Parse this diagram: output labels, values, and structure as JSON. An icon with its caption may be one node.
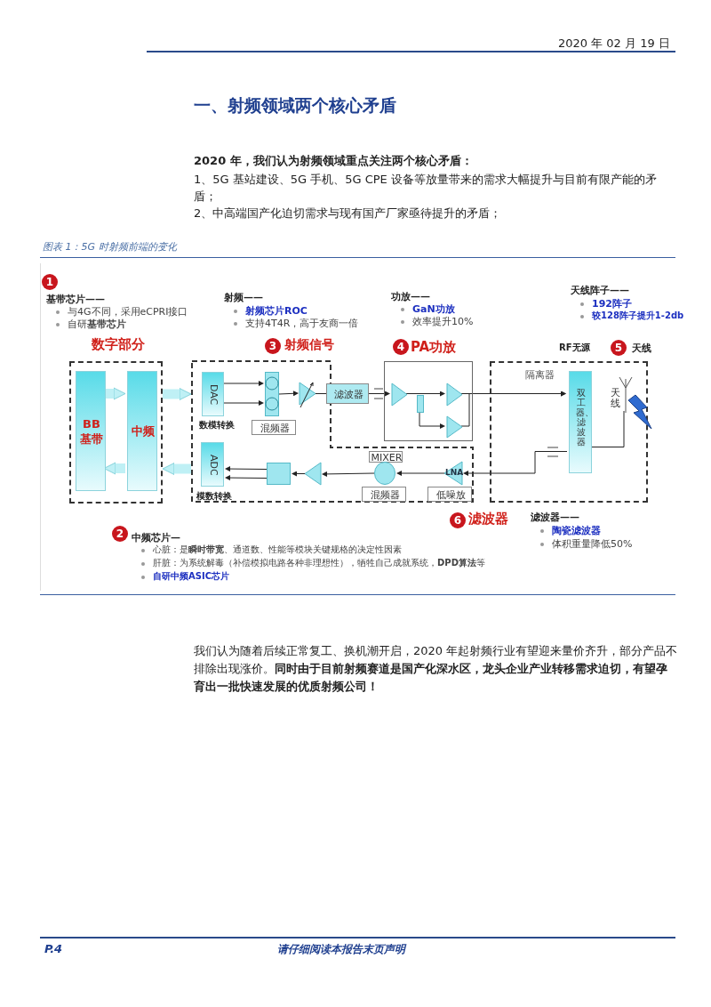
{
  "diagram": {
    "title": "一、射频领域两个核心矛盾",
    "caption": "图表 1：5G 时射频前端的变化",
    "nodes": [
      {
        "text": [
          "数字部分"
        ]
      },
      {
        "text": [
          "BB 基带"
        ],
        "in": 0
      },
      {
        "text": [
          "中频"
        ],
        "in": 0
      },
      {
        "text": [
          "射频信号"
        ]
      },
      {
        "text": [
          "DAC"
        ],
        "in": 3,
        "beside": [
          "数模转换"
        ]
      },
      {
        "text": [],
        "shape": "box",
        "in": 3
      },
      {
        "text": [
          "混频器"
        ],
        "in": 3
      },
      {
        "text": [],
        "shape": "triangle",
        "in": 3
      },
      {
        "text": [
          "滤波器"
        ]
      },
      {
        "text": [
          "ADC"
        ],
        "in": 3,
        "beside": [
          "模数转换"
        ]
      },
      {
        "text": [],
        "shape": "box",
        "in": 3
      },
      {
        "text": [],
        "shape": "triangle",
        "in": 3
      },
      {
        "text": [
          "MIXER"
        ],
        "in": 3
      },
      {
        "text": [],
        "shape": "circle",
        "in": 3
      },
      {
        "text": [
          "混频器"
        ],
        "in": 3
      },
      {
        "text": [
          "LNA"
        ],
        "in": 3
      },
      {
        "text": [
          "低噪放"
        ],
        "in": 3
      },
      {
        "text": [
          "PA功放"
        ]
      },
      {
        "text": [],
        "shape": "triangle",
        "in": 17
      },
      {
        "text": [],
        "shape": "box",
        "in": 17
      },
      {
        "text": [],
        "shape": "triangle",
        "in": 17
      },
      {
        "text": [],
        "shape": "triangle",
        "in": 17
      },
      {
        "text": [
          "RF无源",
          "隔离器"
        ]
      },
      {
        "text": [
          "双工器、滤波器"
        ],
        "in": 22
      },
      {
        "text": [
          "天线"
        ],
        "in": 22
      }
    ],
    "edges": [
      {
        "from": 1,
        "to": 2,
        "arrow": "to",
        "style": "thick",
        "color": "#bff0f5"
      },
      {
        "from": 2,
        "to": 1,
        "arrow": "to",
        "style": "thick",
        "color": "#bff0f5"
      },
      {
        "from": 0,
        "to": 3,
        "arrow": "to",
        "style": "thick",
        "color": "#bff0f5"
      },
      {
        "from": 3,
        "to": 0,
        "arrow": "to",
        "style": "thick",
        "color": "#bff0f5"
      },
      {
        "from": 4,
        "to": 5,
        "arrow": "to"
      },
      {
        "from": 4,
        "to": 5,
        "arrow": "to"
      },
      {
        "from": 5,
        "to": 7,
        "arrow": "to"
      },
      {
        "from": 7,
        "to": 8,
        "arrow": "none"
      },
      {
        "from": 8,
        "to": 18,
        "arrow": "to"
      },
      {
        "from": 18,
        "to": 20,
        "arrow": "to"
      },
      {
        "from": 19,
        "to": 21,
        "arrow": "to"
      },
      {
        "from": 20,
        "to": 23,
        "arrow": "to"
      },
      {
        "from": 21,
        "to": 23,
        "arrow": "to"
      },
      {
        "from": 23,
        "to": 15,
        "arrow": "to"
      },
      {
        "from": 23,
        "to": 24,
        "arrow": "none"
      },
      {
        "from": 15,
        "to": 13,
        "arrow": "to"
      },
      {
        "from": 13,
        "to": 11,
        "arrow": "to"
      },
      {
        "from": 11,
        "to": 10,
        "arrow": "to"
      },
      {
        "from": 10,
        "to": 9,
        "arrow": "to"
      },
      {
        "from": 10,
        "to": 9,
        "arrow": "to"
      }
    ],
    "labels": [
      "2020 年 02 月 19 日",
      "2020 年，我们认为射频领域重点关注两个核心矛盾：",
      "1、5G 基站建设、5G 手机、5G CPE 设备等放量带来的需求大幅提升与目前有限产能的矛盾；",
      "2、中高端国产化迫切需求与现有国产厂家亟待提升的矛盾；",
      "1",
      "基带芯片——",
      "与4G不同，采用eCPRI接口",
      "自研**基带芯片**",
      "射频——",
      "射频芯片ROC",
      "支持4T4R，高于友商一倍",
      "功放——",
      "GaN功放",
      "效率提升10%",
      "天线阵子——",
      "192阵子",
      "较128阵子提升1-2db",
      "3",
      "4",
      "5",
      "天线",
      "6",
      "滤波器",
      "2",
      "中频芯片—",
      "心脏：是**瞬时带宽**、通道数、性能等模块关键规格的决定性因素",
      "肝脏：为系统解毒（补偿模拟电路各种非理想性），牺牲自己成就系统，**DPD算法**等",
      "自研中频ASIC芯片",
      "滤波器——",
      "陶瓷滤波器",
      "体积重量降低50%",
      "我们认为随着后续正常复工、换机潮开启，2020 年起射频行业有望迎来量价齐升，部分产品不排除出现涨价。**同时由于目前射频赛道是国产化深水区，龙头企业产业转移需求迫切，有望孕育出一批快速发展的优质射频公司！**",
      "P.4",
      "请仔细阅读本报告末页声明"
    ]
  }
}
